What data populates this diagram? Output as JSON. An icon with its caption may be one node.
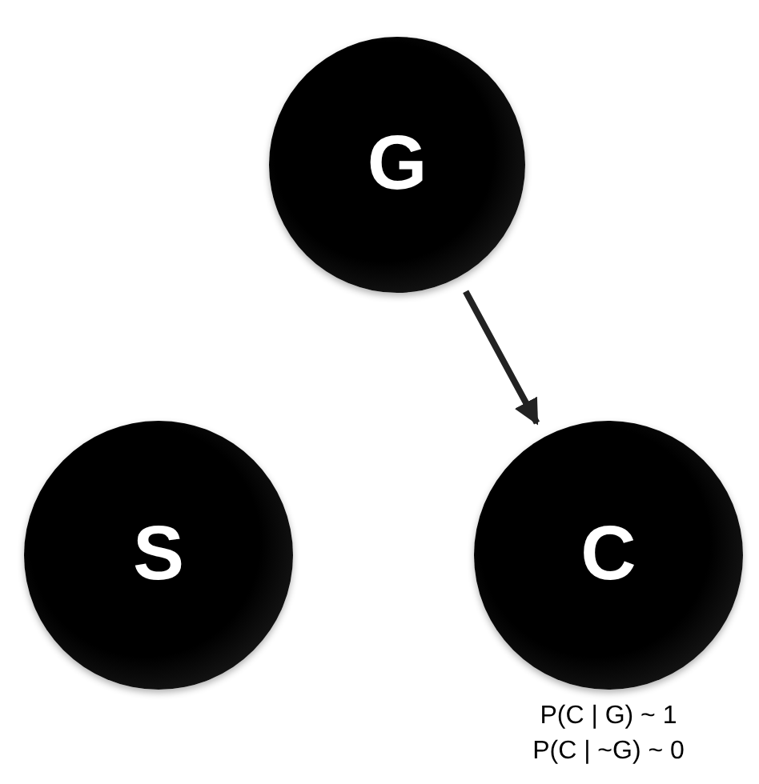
{
  "diagram": {
    "nodes": [
      {
        "text": [
          "G"
        ]
      },
      {
        "text": [
          "S"
        ]
      },
      {
        "text": [
          "C"
        ],
        "beside": [
          "P(C | G) ~ 1",
          "P(C | ~G) ~ 0"
        ]
      }
    ],
    "edges": [
      {
        "from": 0,
        "to": 2,
        "arrow": "to"
      }
    ]
  }
}
